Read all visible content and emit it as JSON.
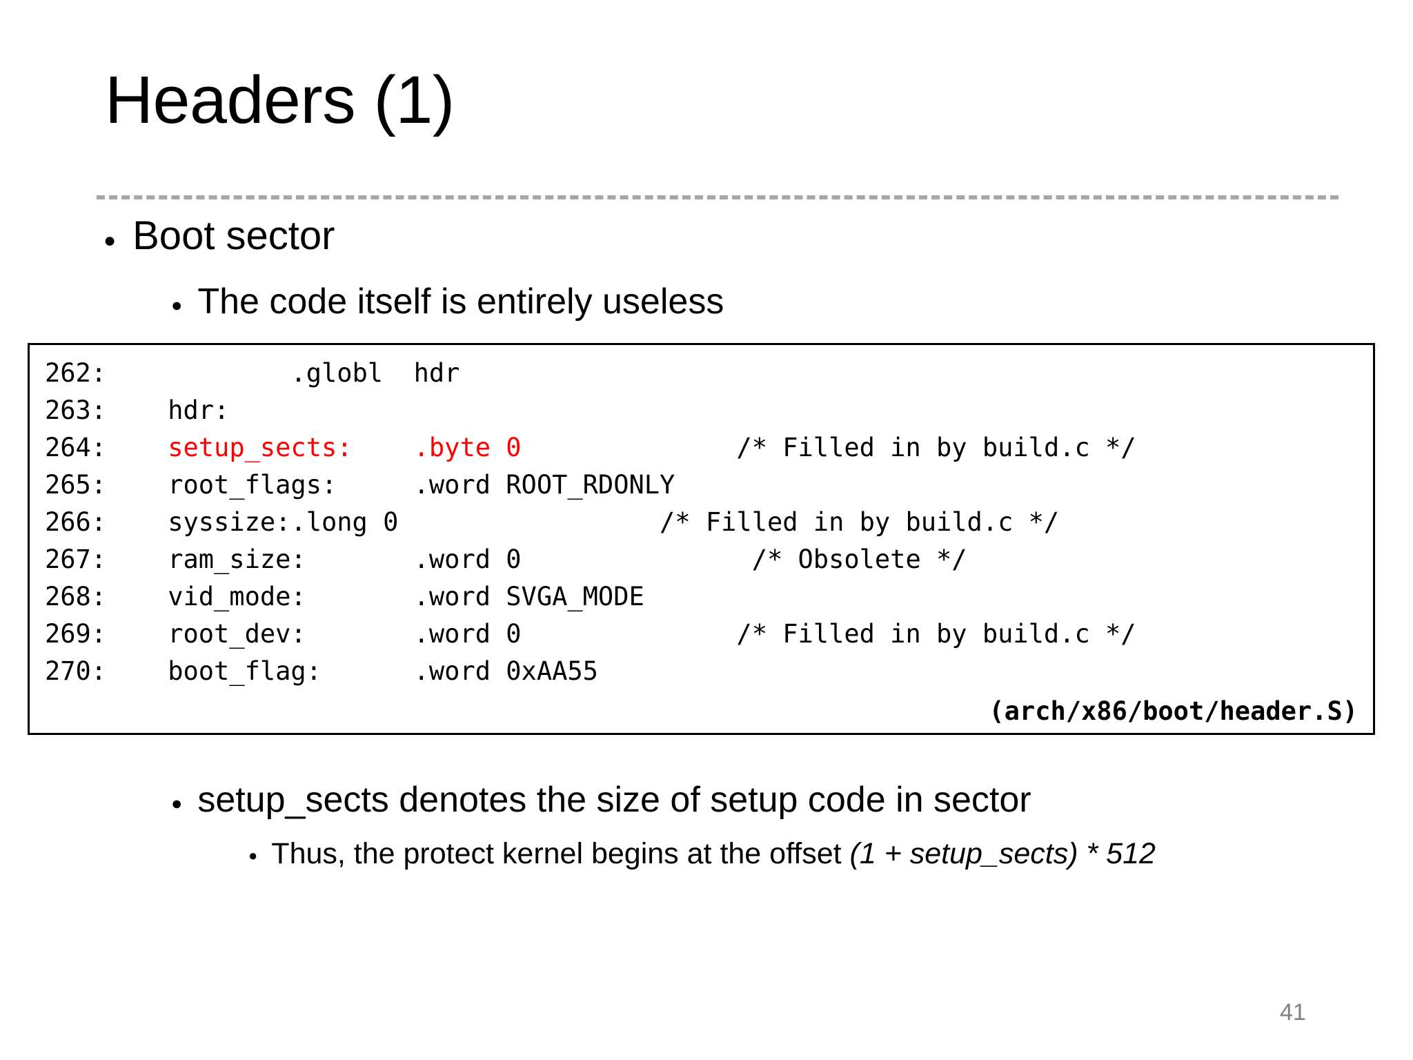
{
  "slide": {
    "title": "Headers (1)",
    "page_number": "41",
    "accent_red": "#ff0000",
    "divider_color": "#a6a6a6",
    "page_number_color": "#808080"
  },
  "bullets": {
    "boot_sector": "Boot sector",
    "code_useless": "The code itself is entirely useless",
    "setup_sects": "setup_sects denotes the size of setup code in sector",
    "thus_protect_plain": "Thus, the protect kernel begins at the offset ",
    "thus_protect_italic": "(1 + setup_sects) * 512"
  },
  "code_block": {
    "file_path": "(arch/x86/boot/header.S)",
    "lines": [
      {
        "number": "262:",
        "text": "262:            .globl  hdr",
        "red": false
      },
      {
        "number": "263:",
        "text": "263:    hdr:",
        "red": false
      },
      {
        "number": "264:",
        "text": "264:    setup_sects:    .byte 0              /* Filled in by build.c */",
        "red": true
      },
      {
        "number": "265:",
        "text": "265:    root_flags:     .word ROOT_RDONLY",
        "red": false
      },
      {
        "number": "266:",
        "text": "266:    syssize:.long 0                 /* Filled in by build.c */",
        "red": false
      },
      {
        "number": "267:",
        "text": "267:    ram_size:       .word 0               /* Obsolete */",
        "red": false
      },
      {
        "number": "268:",
        "text": "268:    vid_mode:       .word SVGA_MODE",
        "red": false
      },
      {
        "number": "269:",
        "text": "269:    root_dev:       .word 0              /* Filled in by build.c */",
        "red": false
      },
      {
        "number": "270:",
        "text": "270:    boot_flag:      .word 0xAA55",
        "red": false
      }
    ],
    "segments": [
      {
        "lineno": "264:",
        "red_code": "    setup_sects:    .byte 0",
        "black_comment": "              /* Filled in by build.c */"
      }
    ]
  }
}
